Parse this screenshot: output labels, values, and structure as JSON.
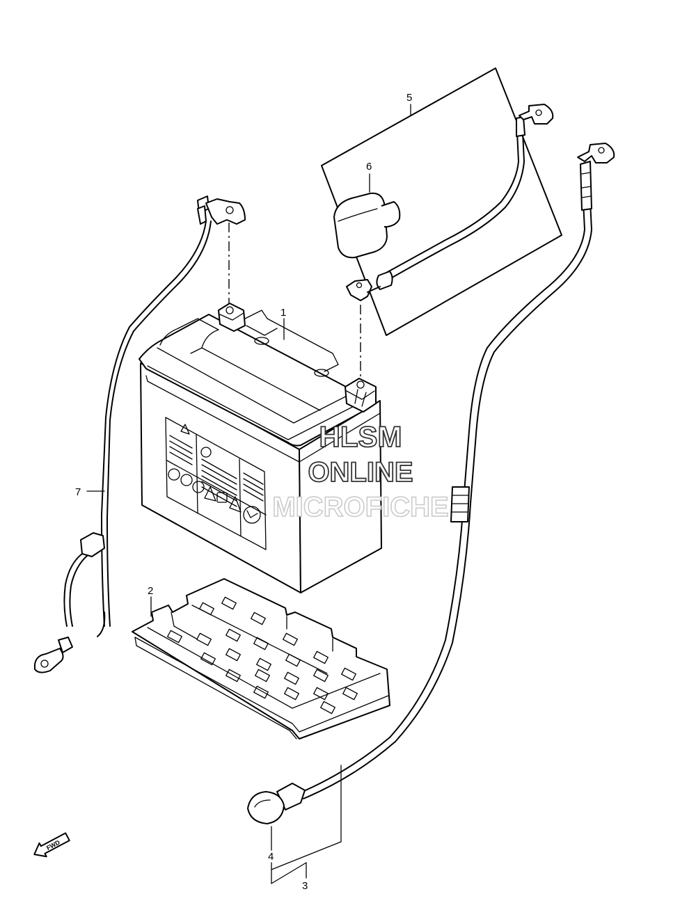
{
  "callouts": {
    "c1": "1",
    "c2": "2",
    "c3": "3",
    "c4": "4",
    "c5": "5",
    "c6": "6",
    "c7": "7"
  },
  "watermark": {
    "line1": "HLSM",
    "line2": "ONLINE",
    "line3": "MICROFICHE"
  },
  "fwd_label": "FWD",
  "icons": [
    "battery",
    "battery-tray",
    "battery-cable-assembly",
    "terminal-cover",
    "cable-set",
    "breather-hose",
    "fwd-arrow-icon"
  ]
}
